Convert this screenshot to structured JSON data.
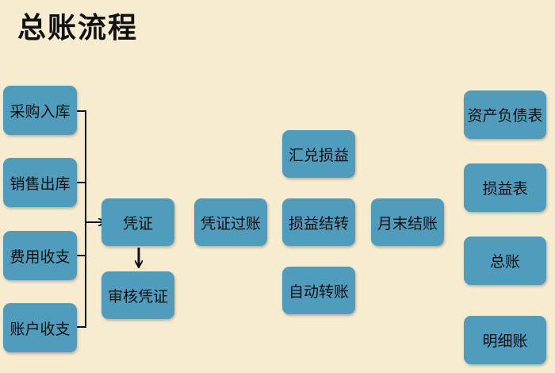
{
  "title": "总账流程",
  "sources": [
    "采购入库",
    "销售出库",
    "费用收支",
    "账户收支"
  ],
  "voucher": "凭证",
  "audit": "审核凭证",
  "posting": "凭证过账",
  "adjustments": [
    "汇兑损益",
    "损益结转",
    "自动转账"
  ],
  "month_end": "月末结账",
  "reports": [
    "资产负债表",
    "损益表",
    "总账",
    "明细账"
  ]
}
